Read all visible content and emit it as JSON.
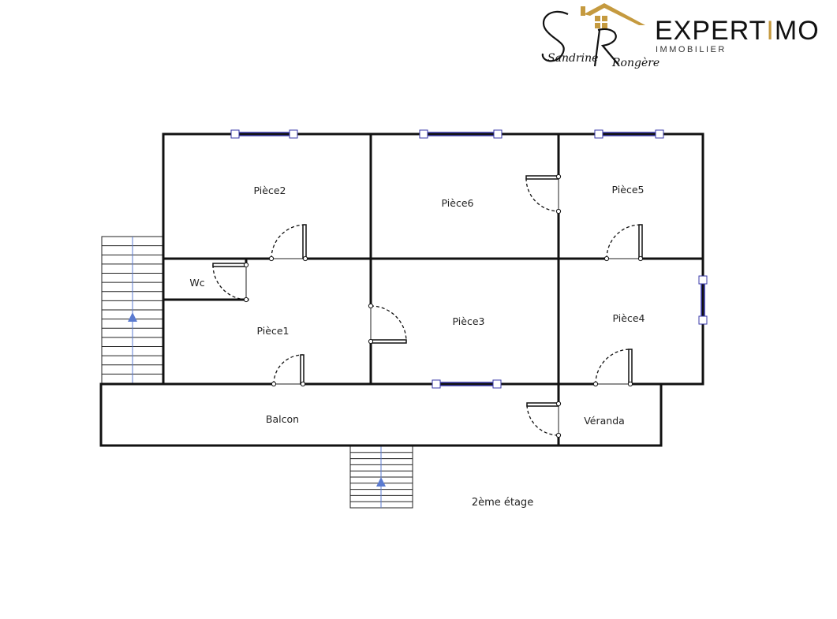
{
  "logo": {
    "brand_prefix": "EXPERT",
    "brand_mid": "I",
    "brand_suffix": "MO",
    "brand_sub": "IMMOBILIER",
    "signature_first": "Sandrine",
    "signature_last": "Rongère",
    "gold_color": "#c59a3f"
  },
  "rooms": {
    "piece2": "Pièce2",
    "piece6": "Pièce6",
    "piece5": "Pièce5",
    "wc": "Wc",
    "piece1": "Pièce1",
    "piece3": "Pièce3",
    "piece4": "Pièce4",
    "balcon": "Balcon",
    "veranda": "Véranda"
  },
  "floor_label": "2ème étage",
  "colors": {
    "wall": "#111111",
    "window": "#3a3aa8",
    "stair_arrow": "#5b7bd0"
  }
}
